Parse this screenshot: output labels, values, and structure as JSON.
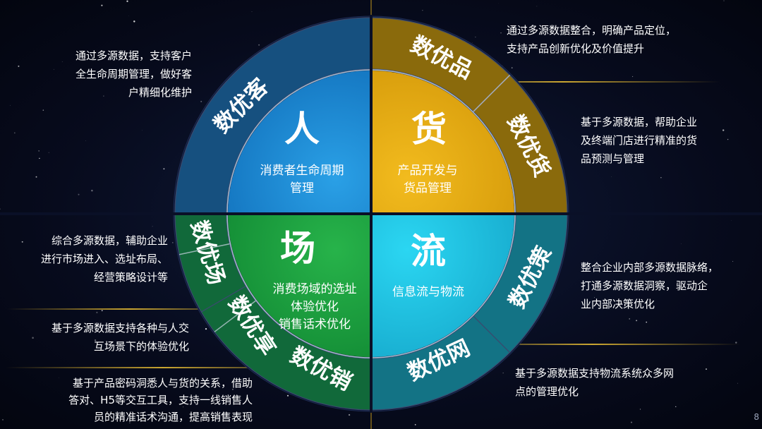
{
  "quadrants": [
    {
      "id": "people",
      "char": "人",
      "subtitle_lines": [
        "消费者生命周期",
        "管理"
      ],
      "color": "#1c8fd6"
    },
    {
      "id": "goods",
      "char": "货",
      "subtitle_lines": [
        "产品开发与",
        "货品管理"
      ],
      "color": "#e6ab14"
    },
    {
      "id": "scene",
      "char": "场",
      "subtitle_lines": [
        "消费场域的选址",
        "体验优化",
        "销售话术优化"
      ],
      "color": "#1fa43e"
    },
    {
      "id": "flow",
      "char": "流",
      "subtitle_lines": [
        "信息流与物流"
      ],
      "color": "#1cc4e4"
    }
  ],
  "ring_labels": [
    "数优客",
    "数优品",
    "数优货",
    "数优场",
    "数优享",
    "数优销",
    "数优策",
    "数优网"
  ],
  "descriptions": {
    "customer": "通过多源数据，支持客户\n全生命周期管理，做好客\n户精细化维护",
    "product": "通过多源数据整合，明确产品定位，\n支持产品创新优化及价值提升",
    "inventory": "基于多源数据，帮助企业\n及终端门店进行精准的货\n品预测与管理",
    "scene": "综合多源数据，辅助企业\n进行市场进入、选址布局、\n经营策略设计等",
    "share": "基于多源数据支持各种与人交\n互场景下的体验优化",
    "sales": "基于产品密码洞悉人与货的关系，借助\n答对、H5等交互工具，支持一线销售人\n员的精准话术沟通，提高销售表现",
    "strategy": "整合企业内部多源数据脉络，\n打通多源数据洞察，驱动企\n业内部决策优化",
    "network": "基于多源数据支持物流系统众多网\n点的管理优化"
  },
  "page_number": "8",
  "colors": {
    "people_ring": "#16507f",
    "goods_ring": "#8a6a0c",
    "scene_ring": "#11693a",
    "flow_ring": "#137385",
    "divider": "#0a1027"
  }
}
